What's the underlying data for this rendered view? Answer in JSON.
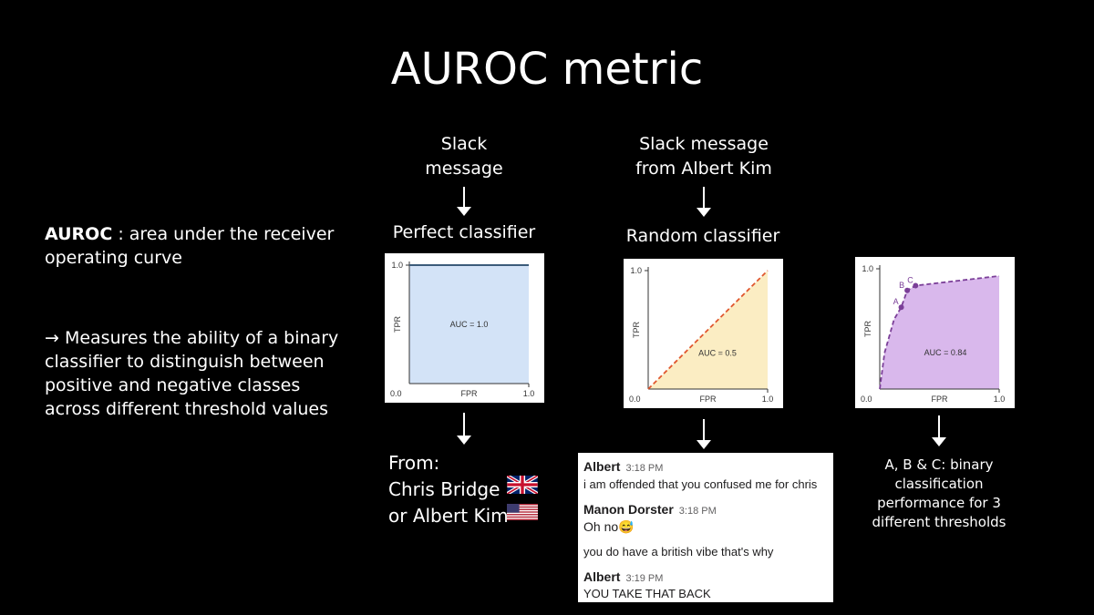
{
  "slide": {
    "title": "AUROC metric",
    "definition_term": "AUROC",
    "definition_rest": " : area under the receiver operating curve",
    "bullet": "→ Measures the ability of a binary classifier to distinguish between positive and negative classes across different threshold values"
  },
  "column1": {
    "source_line1": "Slack",
    "source_line2": "message",
    "classifier_label": "Perfect classifier",
    "from_label": "From:",
    "option1": "Chris Bridge",
    "option2": "or Albert Kim",
    "flag1_icon": "uk-flag-icon",
    "flag2_icon": "us-flag-icon"
  },
  "column2": {
    "source_line1": "Slack message",
    "source_line2": "from Albert Kim",
    "classifier_label": "Random classifier"
  },
  "column3": {
    "note": "A, B & C: binary classification performance for 3 different thresholds"
  },
  "chat": {
    "messages": [
      {
        "name": "Albert",
        "time": "3:18 PM",
        "text": "i am offended that you confused me for chris"
      },
      {
        "name": "Manon Dorster",
        "time": "3:18 PM",
        "text": "Oh no",
        "emoji": "😅",
        "text2": "you do have a british vibe that's why"
      },
      {
        "name": "Albert",
        "time": "3:19 PM",
        "text": "YOU TAKE THAT BACK"
      }
    ]
  },
  "chart_data": [
    {
      "type": "area",
      "xlabel": "FPR",
      "ylabel": "TPR",
      "xlim": [
        0.0,
        1.0
      ],
      "ylim": [
        0.0,
        1.0
      ],
      "x_ticks": [
        "0.0",
        "1.0"
      ],
      "y_ticks": [
        "0.0",
        "1.0"
      ],
      "annotation": "AUC = 1.0",
      "x": [
        0.0,
        0.0,
        1.0,
        1.0
      ],
      "y": [
        0.0,
        1.0,
        1.0,
        0.0
      ],
      "fill_color": "#d3e3f7",
      "line_color": "#3b5b7a"
    },
    {
      "type": "area",
      "xlabel": "FPR",
      "ylabel": "TPR",
      "xlim": [
        0.0,
        1.0
      ],
      "ylim": [
        0.0,
        1.0
      ],
      "x_ticks": [
        "0.0",
        "1.0"
      ],
      "y_ticks": [
        "0.0",
        "1.0"
      ],
      "annotation": "AUC = 0.5",
      "x": [
        0.0,
        1.0
      ],
      "y": [
        0.0,
        1.0
      ],
      "fill_color": "#fbedc3",
      "line_color": "#e0572f",
      "line_style": "dashed"
    },
    {
      "type": "area",
      "xlabel": "FPR",
      "ylabel": "TPR",
      "xlim": [
        0.0,
        1.0
      ],
      "ylim": [
        0.0,
        1.0
      ],
      "x_ticks": [
        "0.0",
        "1.0"
      ],
      "y_ticks": [
        "0.0",
        "1.0"
      ],
      "annotation": "AUC = 0.84",
      "x": [
        0.0,
        0.04,
        0.12,
        0.18,
        0.23,
        0.3,
        1.0
      ],
      "y": [
        0.0,
        0.3,
        0.58,
        0.68,
        0.82,
        0.86,
        0.94
      ],
      "points": [
        {
          "label": "A",
          "x": 0.18,
          "y": 0.68
        },
        {
          "label": "B",
          "x": 0.23,
          "y": 0.82
        },
        {
          "label": "C",
          "x": 0.3,
          "y": 0.86
        }
      ],
      "fill_color": "#d9b8ec",
      "line_color": "#7b3f98",
      "line_style": "dashed"
    }
  ]
}
